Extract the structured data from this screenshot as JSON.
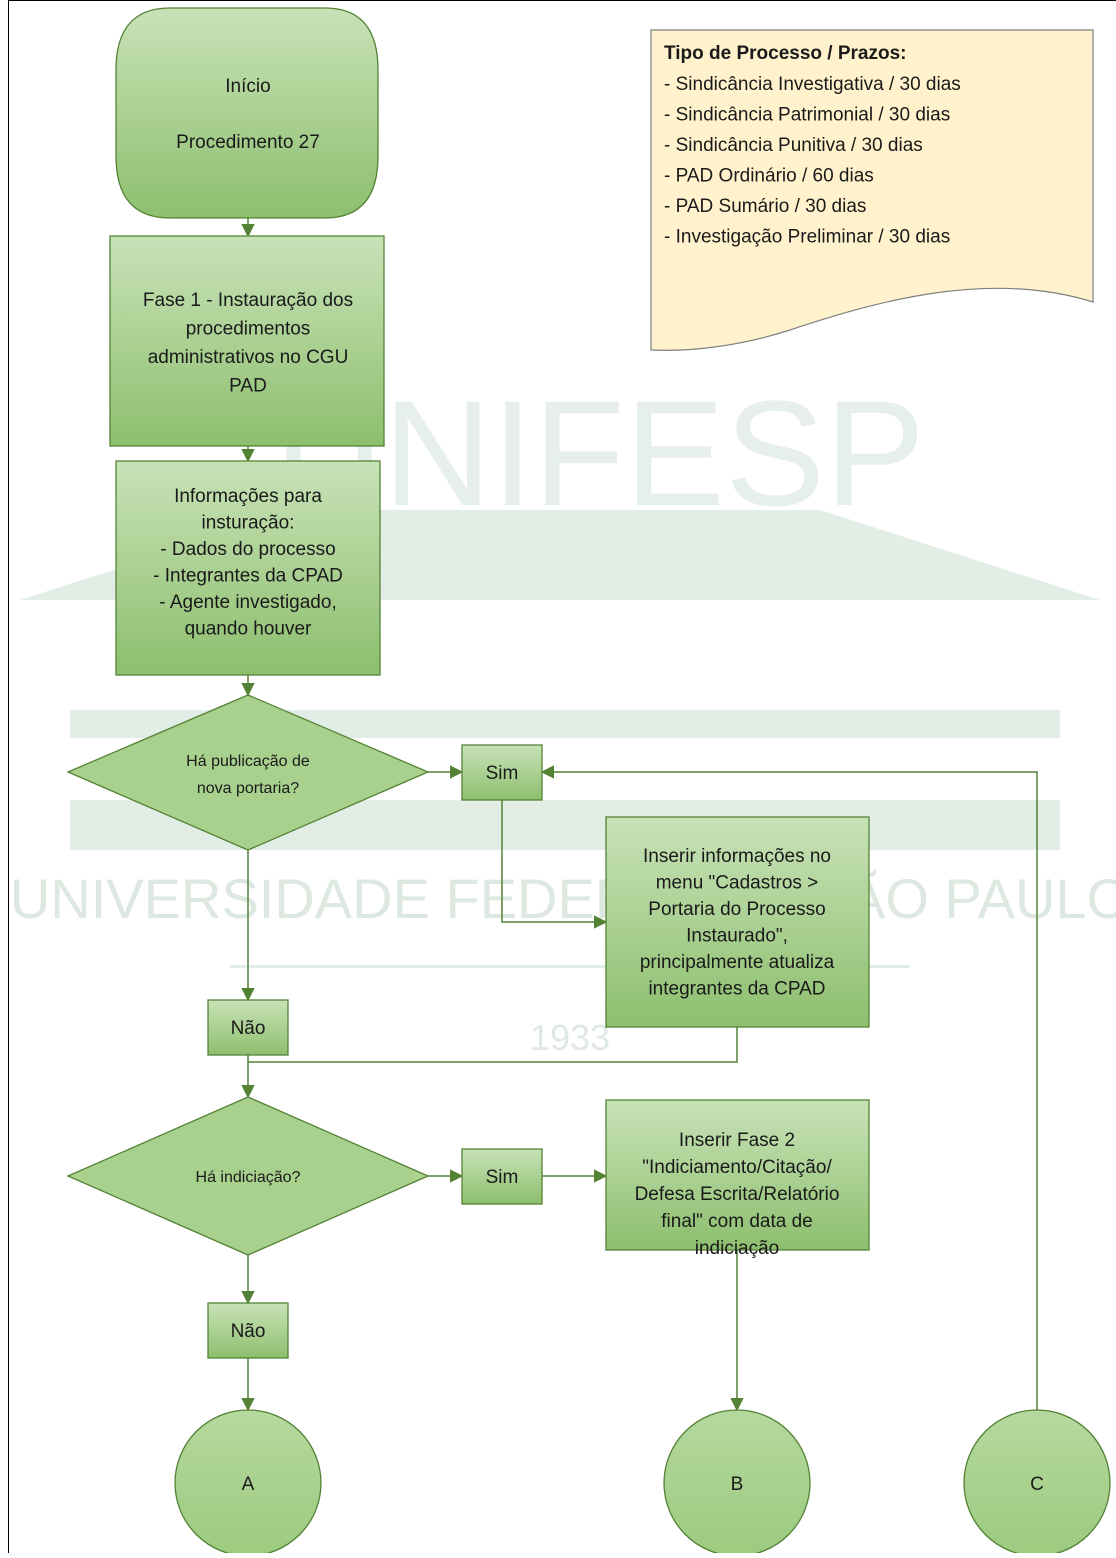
{
  "watermark": {
    "title": "UNIFESP",
    "subtitle": "UNIVERSIDADE FEDERAL DE SÃO PAULO",
    "year": "1933"
  },
  "legend": {
    "title": "Tipo de Processo / Prazos:",
    "items": [
      "- Sindicância Investigativa / 30 dias",
      "- Sindicância Patrimonial / 30 dias",
      "- Sindicância Punitiva / 30 dias",
      "- PAD Ordinário / 60 dias",
      "- PAD Sumário / 30 dias",
      "- Investigação Preliminar / 30 dias"
    ]
  },
  "nodes": {
    "start": [
      "Início",
      "",
      "Procedimento 27"
    ],
    "fase1": [
      "Fase 1 - Instauração dos",
      "procedimentos",
      "administrativos no CGU",
      "PAD"
    ],
    "info": [
      "Informações para",
      "insturação:",
      "- Dados do processo",
      "- Integrantes da CPAD",
      "- Agente investigado,",
      "quando houver"
    ],
    "decision1": [
      "Há publicação de",
      "nova portaria?"
    ],
    "sim1": "Sim",
    "nao1": "Não",
    "inserir1": [
      "Inserir informações no",
      "menu \"Cadastros >",
      "Portaria do Processo",
      "Instaurado\",",
      "principalmente atualiza",
      "integrantes da CPAD"
    ],
    "decision2": [
      "Há indiciação?"
    ],
    "sim2": "Sim",
    "nao2": "Não",
    "inserir2": [
      "Inserir Fase 2",
      "\"Indiciamento/Citação/",
      "Defesa Escrita/Relatório",
      "final\" com data de",
      "indiciação"
    ],
    "connA": "A",
    "connB": "B",
    "connC": "C"
  },
  "colors": {
    "fill_light": "#c5e0b3",
    "fill_dark": "#8fc071",
    "stroke": "#548235",
    "legend_fill": "#fff2cc",
    "legend_stroke": "#7f7f7f",
    "watermark": "#e3eee7"
  }
}
